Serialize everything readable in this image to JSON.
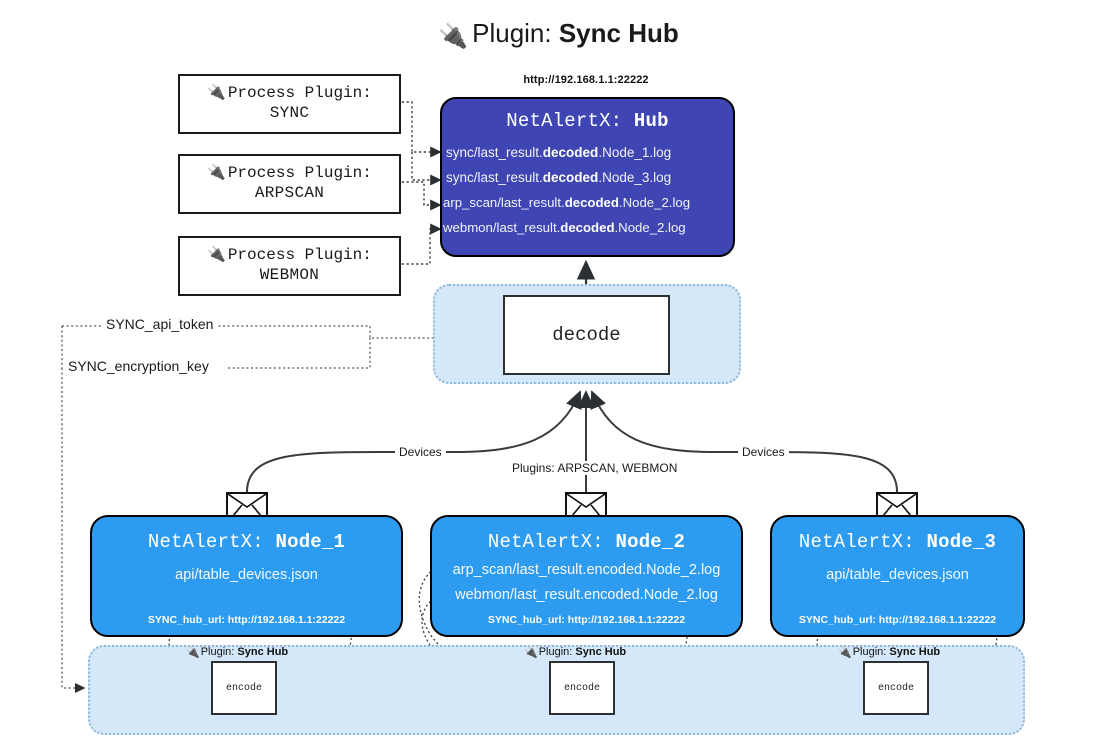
{
  "title": {
    "icon": "plug-icon",
    "lead": "Plugin:",
    "strong": "Sync Hub"
  },
  "process_plugins": [
    {
      "icon": "plug-icon",
      "line1": "Process Plugin:",
      "line2": "SYNC"
    },
    {
      "icon": "plug-icon",
      "line1": "Process Plugin:",
      "line2": "ARPSCAN"
    },
    {
      "icon": "plug-icon",
      "line1": "Process Plugin:",
      "line2": "WEBMON"
    }
  ],
  "hub": {
    "url": "http://192.168.1.1:22222",
    "title_prefix": "NetAlertX:",
    "title_name": "Hub",
    "color": "#3f46b4",
    "loglines": [
      {
        "pre": "sync/last_result.",
        "bold": "decoded",
        "post": ".Node_1.log"
      },
      {
        "pre": "sync/last_result.",
        "bold": "decoded",
        "post": ".Node_3.log"
      },
      {
        "pre": "arp_scan/last_result.",
        "bold": "decoded",
        "post": ".Node_2.log"
      },
      {
        "pre": "webmon/last_result.",
        "bold": "decoded",
        "post": ".Node_2.log"
      }
    ]
  },
  "decode": {
    "label": "decode",
    "container_color": "#d5e8f9"
  },
  "secrets": [
    {
      "label": "SYNC_api_token"
    },
    {
      "label": "SYNC_encryption_key"
    }
  ],
  "edge_labels": {
    "left_devices": "Devices",
    "center_plugins": "Plugins: ARPSCAN, WEBMON",
    "right_devices": "Devices"
  },
  "nodes": [
    {
      "title_prefix": "NetAlertX:",
      "title_name": "Node_1",
      "lines": [
        "api/table_devices.json"
      ],
      "footer": "SYNC_hub_url: http://192.168.1.1:22222",
      "color": "#2d9cf0"
    },
    {
      "title_prefix": "NetAlertX:",
      "title_name": "Node_2",
      "lines": [
        "arp_scan/last_result.encoded.Node_2.log",
        "webmon/last_result.encoded.Node_2.log"
      ],
      "footer": "SYNC_hub_url: http://192.168.1.1:22222",
      "color": "#2d9cf0"
    },
    {
      "title_prefix": "NetAlertX:",
      "title_name": "Node_3",
      "lines": [
        "api/table_devices.json"
      ],
      "footer": "SYNC_hub_url: http://192.168.1.1:22222",
      "color": "#2d9cf0"
    }
  ],
  "encoders": [
    {
      "icon": "plug-icon",
      "lead": "Plugin:",
      "strong": "Sync Hub",
      "box_label": "encode"
    },
    {
      "icon": "plug-icon",
      "lead": "Plugin:",
      "strong": "Sync Hub",
      "box_label": "encode"
    },
    {
      "icon": "plug-icon",
      "lead": "Plugin:",
      "strong": "Sync Hub",
      "box_label": "encode"
    }
  ],
  "colors": {
    "hub": "#3f46b4",
    "node": "#2d9cf0",
    "container": "#d5e8f9",
    "container_border": "#8fb8d8",
    "stroke": "#2b3033"
  }
}
